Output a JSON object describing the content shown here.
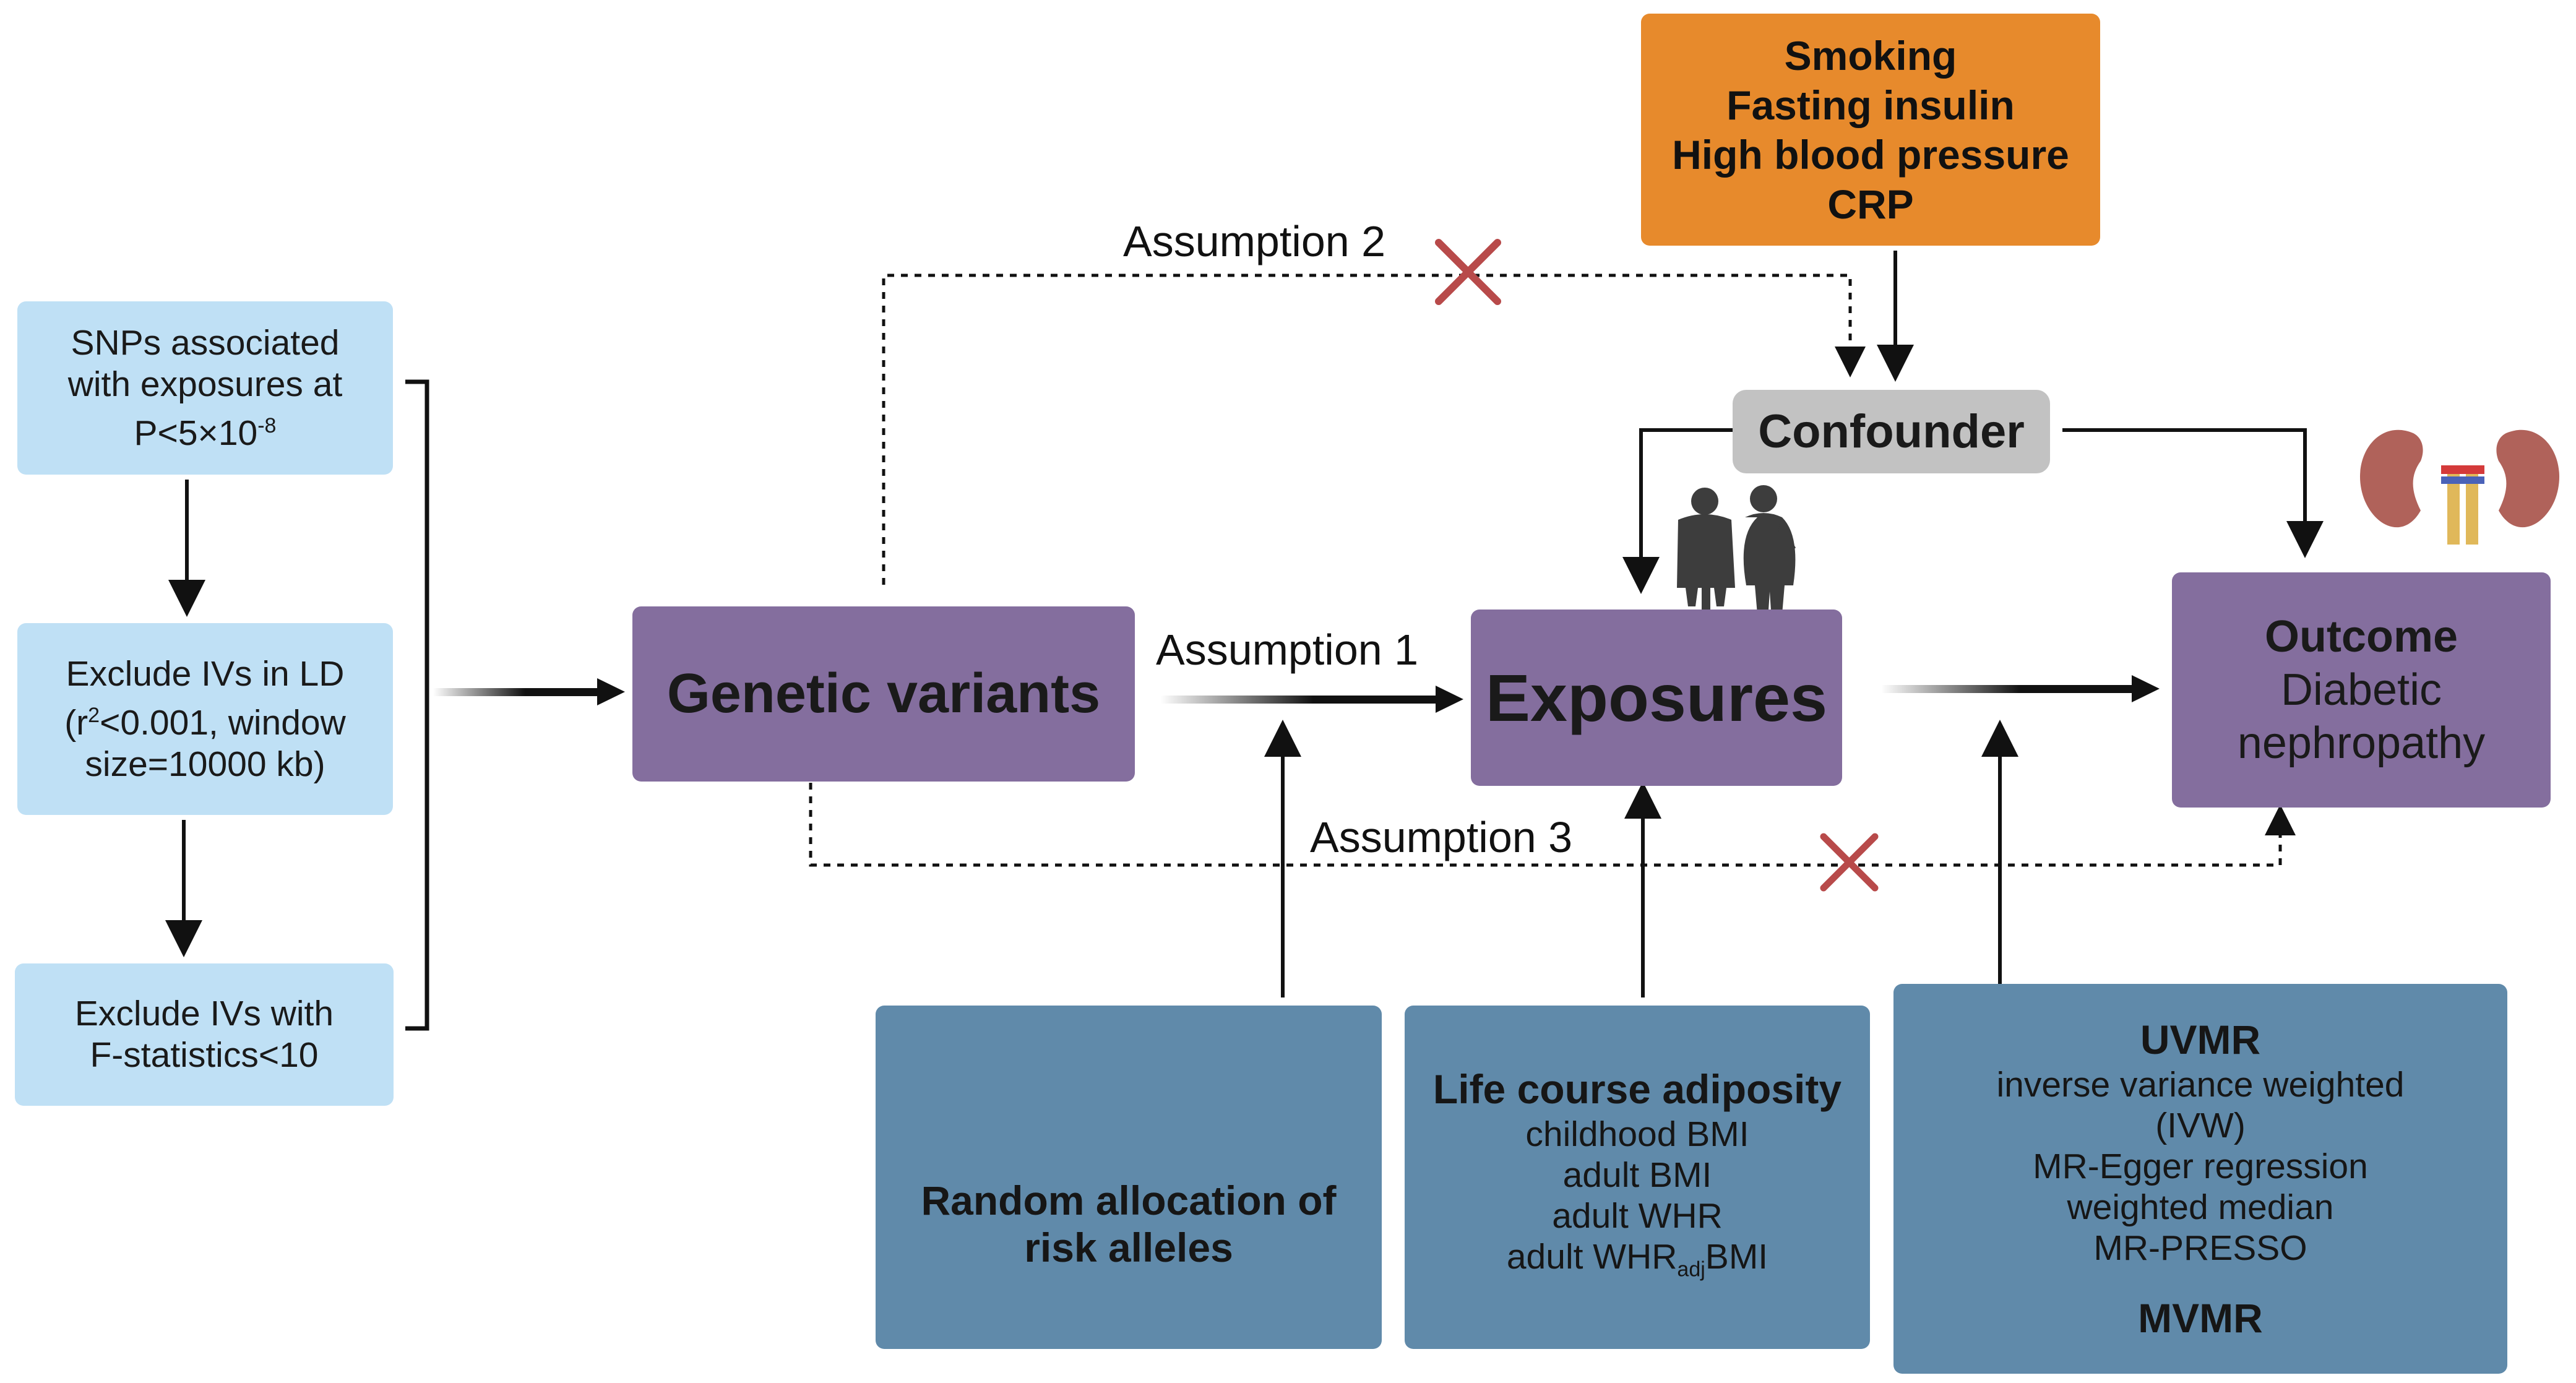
{
  "steps": [
    {
      "line1": "SNPs associated",
      "line2": "with exposures at",
      "line3": "P<5×10",
      "sup": "-8"
    },
    {
      "line1": "Exclude IVs in LD",
      "line2_pre": "(r",
      "line2_sup": "2",
      "line2_post": "<0.001, window",
      "line3": "size=10000 kb)"
    },
    {
      "line1": "Exclude IVs with",
      "line2": "F-statistics<10"
    }
  ],
  "genetic_variants": "Genetic variants",
  "exposures": "Exposures",
  "outcome": {
    "title": "Outcome",
    "line1": "Diabetic",
    "line2": "nephropathy"
  },
  "confounder": "Confounder",
  "confounders_list": [
    "Smoking",
    "Fasting insulin",
    "High blood pressure",
    "CRP"
  ],
  "assumptions": [
    "Assumption 1",
    "Assumption 2",
    "Assumption 3"
  ],
  "random_allocation": {
    "line1": "Random allocation of",
    "line2": "risk alleles"
  },
  "life_course": {
    "title": "Life course adiposity",
    "items": [
      "childhood BMI",
      "adult BMI",
      "adult WHR"
    ],
    "last_pre": "adult WHR",
    "last_sub": "adj",
    "last_post": "BMI"
  },
  "methods": {
    "title": "UVMR",
    "items": [
      "inverse variance weighted",
      "(IVW)",
      "MR-Egger regression",
      "weighted median",
      "MR-PRESSO"
    ],
    "footer": "MVMR"
  },
  "colors": {
    "light_blue": "#bfe0f5",
    "purple": "#846e9e",
    "orange": "#e78a2c",
    "grey": "#c2c2c2",
    "steel_blue": "#608aaa",
    "cross_red": "#b84a4a"
  }
}
